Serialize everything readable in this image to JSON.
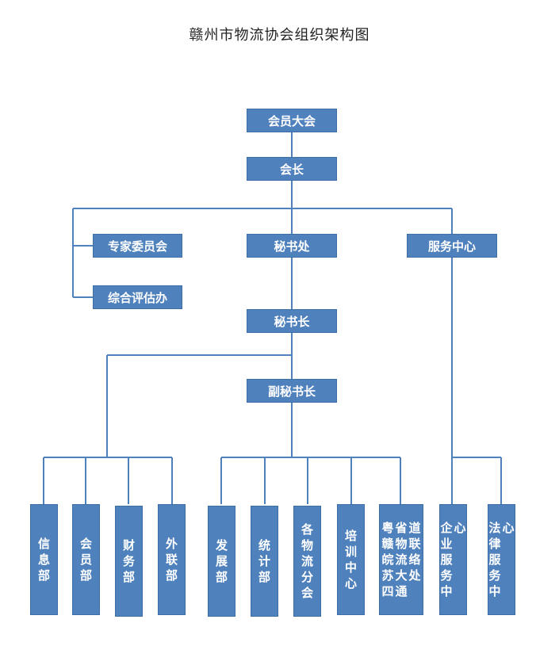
{
  "title": "赣州市物流协会组织架构图",
  "colors": {
    "box": "#4f81bd",
    "line": "#4f81bd",
    "text": "#ffffff"
  },
  "nodes": {
    "assembly": "会员大会",
    "president": "会长",
    "expert_committee": "专家委员会",
    "evaluation_office": "综合评估办",
    "secretariat": "秘书处",
    "service_center": "服务中心",
    "secretary_general": "秘书长",
    "deputy_secretary_general": "副秘书长"
  },
  "departments": [
    {
      "id": "info",
      "label": "信息部"
    },
    {
      "id": "member",
      "label": "会员部"
    },
    {
      "id": "finance",
      "label": "财务部"
    },
    {
      "id": "external",
      "label": "外联部"
    },
    {
      "id": "development",
      "label": "发展部"
    },
    {
      "id": "statistics",
      "label": "统计部"
    },
    {
      "id": "branches",
      "label": "各物流分会"
    },
    {
      "id": "training",
      "label": "培训中心"
    },
    {
      "id": "liaison",
      "label": "粤赣皖苏四省物流大通道联络处"
    },
    {
      "id": "enterprise",
      "label": "企业服务中心"
    },
    {
      "id": "legal",
      "label": "法律服务中心"
    }
  ]
}
